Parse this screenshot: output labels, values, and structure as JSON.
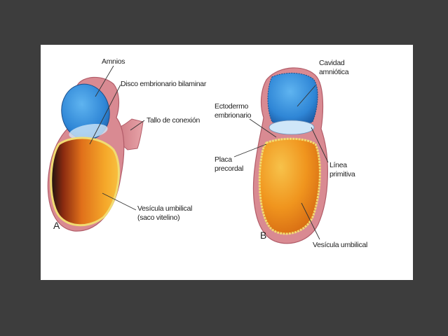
{
  "figure": {
    "panel_a": {
      "letter": "A",
      "labels": {
        "amnios": "Amnios",
        "disco": "Disco embrionario bilaminar",
        "tallo": "Tallo de conexión",
        "vesicula_line1": "Vesícula umbilical",
        "vesicula_line2": "(saco vitelino)"
      }
    },
    "panel_b": {
      "letter": "B",
      "labels": {
        "cavidad_line1": "Cavidad",
        "cavidad_line2": "amniótica",
        "ectodermo_line1": "Ectodermo",
        "ectodermo_line2": "embrionario",
        "placa_line1": "Placa",
        "placa_line2": "precordal",
        "linea_line1": "Línea",
        "linea_line2": "primitiva",
        "vesicula": "Vesícula umbilical"
      }
    }
  },
  "colors": {
    "background": "#3d3d3d",
    "slide": "#ffffff",
    "chorion_pink": "#d98a92",
    "amnion_blue": "#3a8fd8",
    "yolk_orange": "#f0a020",
    "outline_yellow": "#f3e07a"
  }
}
